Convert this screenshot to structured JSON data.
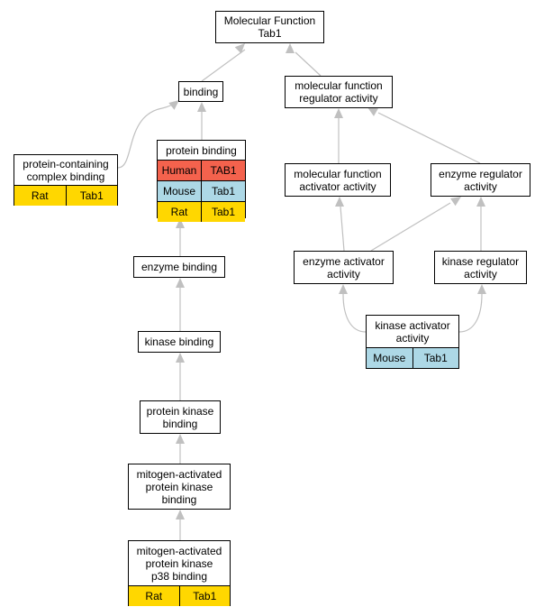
{
  "colors": {
    "human": "#f4624d",
    "mouse": "#add8e6",
    "rat": "#ffd700",
    "edge": "#c0c0c0"
  },
  "nodes": {
    "mf_root": {
      "label": "Molecular Function\nTab1"
    },
    "binding": {
      "label": "binding"
    },
    "mf_regulator": {
      "label": "molecular function\nregulator activity"
    },
    "protein_complex_binding": {
      "label": "protein-containing\ncomplex binding",
      "species": [
        "Rat",
        "Tab1"
      ]
    },
    "protein_binding": {
      "label": "protein binding",
      "human": [
        "Human",
        "TAB1"
      ],
      "mouse": [
        "Mouse",
        "Tab1"
      ],
      "rat": [
        "Rat",
        "Tab1"
      ]
    },
    "mf_activator": {
      "label": "molecular function\nactivator activity"
    },
    "enzyme_regulator": {
      "label": "enzyme regulator\nactivity"
    },
    "enzyme_activator": {
      "label": "enzyme activator\nactivity"
    },
    "kinase_regulator": {
      "label": "kinase regulator\nactivity"
    },
    "enzyme_binding": {
      "label": "enzyme binding"
    },
    "kinase_activator": {
      "label": "kinase activator\nactivity",
      "species": [
        "Mouse",
        "Tab1"
      ]
    },
    "kinase_binding": {
      "label": "kinase binding"
    },
    "protein_kinase_binding": {
      "label": "protein kinase\nbinding"
    },
    "mapk_binding": {
      "label": "mitogen-activated\nprotein kinase\nbinding"
    },
    "p38_binding": {
      "label": "mitogen-activated\nprotein kinase\np38 binding",
      "species": [
        "Rat",
        "Tab1"
      ]
    }
  }
}
